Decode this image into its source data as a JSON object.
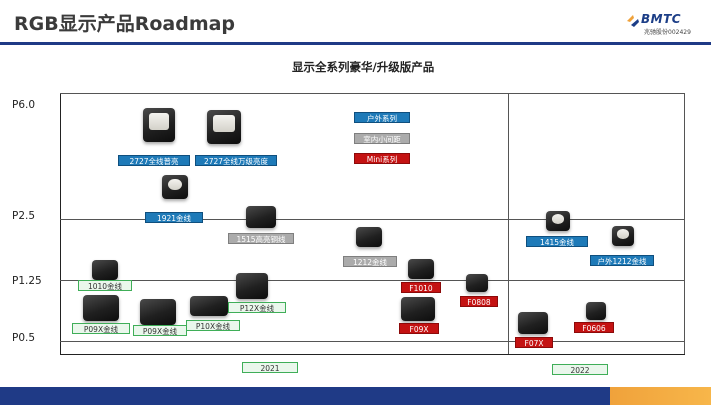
{
  "page": {
    "title": "RGB显示产品Roadmap",
    "subtitle": "显示全系列豪华/升级版产品"
  },
  "logo": {
    "name": "BMTC",
    "sub": "兆驰股份002429"
  },
  "y_axis": {
    "levels": [
      "P6.0",
      "P2.5",
      "P1.25",
      "P0.5"
    ]
  },
  "years": [
    "2021",
    "2022"
  ],
  "legend": [
    "户外系列",
    "室内小间距",
    "Mini系列"
  ],
  "products": [
    {
      "label": "2727全线普亮",
      "series": "outdoor",
      "year": "2021"
    },
    {
      "label": "2727全线万级亮度",
      "series": "outdoor",
      "year": "2021"
    },
    {
      "label": "1921金线",
      "series": "outdoor",
      "year": "2021"
    },
    {
      "label": "1515高亮铜线",
      "series": "indoor",
      "year": "2021"
    },
    {
      "label": "1212金线",
      "series": "indoor",
      "year": "2021"
    },
    {
      "label": "1010金线",
      "series": "mass-production",
      "year": "2021"
    },
    {
      "label": "P12X金线",
      "series": "mass-production",
      "year": "2021"
    },
    {
      "label": "P09X金线",
      "series": "mass-production",
      "year": "2021"
    },
    {
      "label": "P09X金线",
      "series": "mass-production",
      "year": "2021"
    },
    {
      "label": "P10X金线",
      "series": "mass-production",
      "year": "2021"
    },
    {
      "label": "F1010",
      "series": "mini",
      "year": "2021"
    },
    {
      "label": "F0808",
      "series": "mini",
      "year": "2021"
    },
    {
      "label": "F09X",
      "series": "mini",
      "year": "2021"
    },
    {
      "label": "1415金线",
      "series": "outdoor",
      "year": "2022"
    },
    {
      "label": "户外1212金线",
      "series": "outdoor",
      "year": "2022"
    },
    {
      "label": "F07X",
      "series": "mini",
      "year": "2022"
    },
    {
      "label": "F0606",
      "series": "mini",
      "year": "2022"
    }
  ],
  "colors": {
    "outdoor": "#1e7ab8",
    "indoor": "#ababab",
    "mini": "#c41212",
    "mass-production": "#3fae58",
    "brand": "#1f3a86",
    "accent": "#f0a23b"
  }
}
